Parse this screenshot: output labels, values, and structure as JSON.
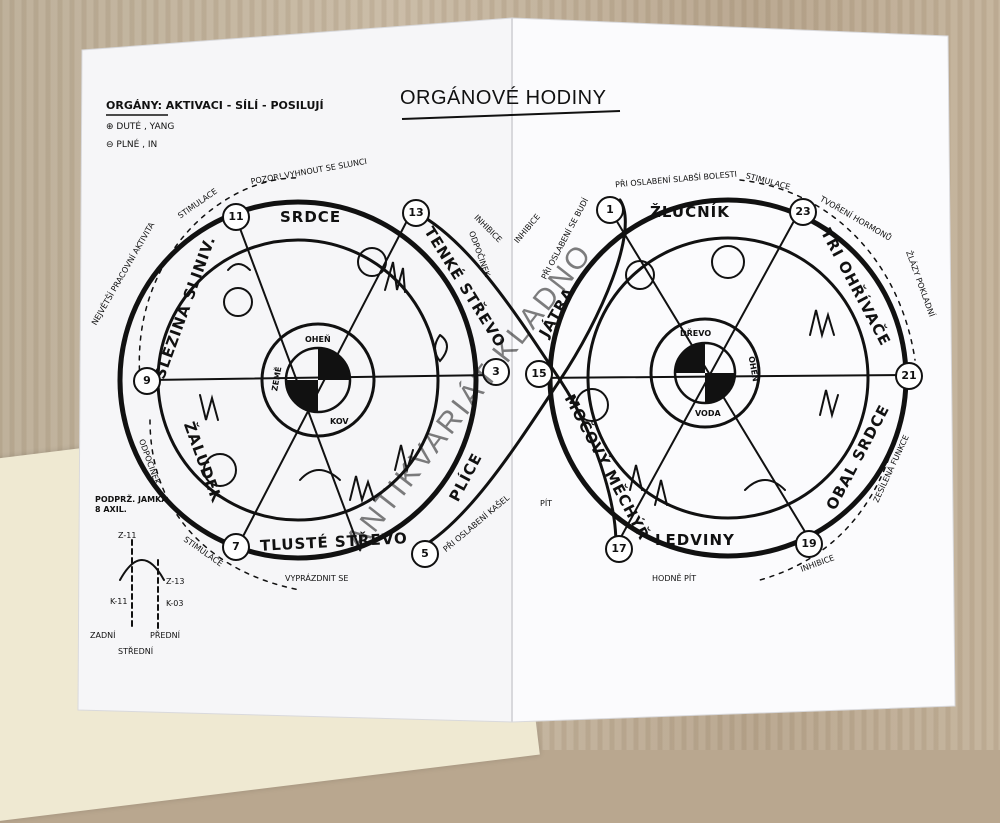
{
  "title": "ORGÁNOVÉ HODINY",
  "legend": {
    "heading": "ORGÁNY: AKTIVACI - SÍLÍ - POSILUJÍ",
    "line1": "⊕ DUTÉ , YANG",
    "line2": "⊖ PLNÉ , IN"
  },
  "left_clock": {
    "organs": {
      "top": "SRDCE",
      "upper_left": "SLEZINA SLINIV.",
      "lower_left": "ŽALUDEK",
      "bottom": "TLUSTÉ STŘEVO",
      "upper_right": "TENKÉ STŘEVO",
      "lower_right": "PLÍCE"
    },
    "hours": [
      "11",
      "13",
      "9",
      "7",
      "5",
      "3"
    ],
    "center_elements": [
      "OHEŇ",
      "KOV",
      "ZEMĚ"
    ],
    "notes": {
      "top": "POZOR! VYHNOUT SE SLUNCI",
      "left_arc": "NEJVĚTŠÍ PRACOVNÍ AKTIVITA",
      "lower_left_arc": "ODPOČINEK",
      "bottom": "VYPRÁZDNIT SE",
      "right_upper": "ODPOČINEK",
      "right_lower": "PŘI OSLABENÍ KAŠEL",
      "stimulace_top": "STIMULACE",
      "stimulace_bottom": "STIMULACE",
      "inhibice": "INHIBICE"
    }
  },
  "right_clock": {
    "organs": {
      "top": "ŽLUČNÍK",
      "upper_right": "TŘI OHŘÍVAČE",
      "lower_right": "OBAL SRDCE",
      "bottom": "LEDVINY",
      "lower_left": "MOČOVÝ MĚCHÝŘ",
      "upper_left": "JÁTRA"
    },
    "hours": [
      "1",
      "23",
      "21",
      "19",
      "17",
      "15"
    ],
    "center_elements": [
      "DŘEVO",
      "VODA",
      "OHEŇ"
    ],
    "notes": {
      "top": "PŘI OSLABENÍ SLABŠÍ BOLESTI",
      "upper_right": "TVOŘENÍ HORMONŮ",
      "right_arc": "ŽLÁZY POKLADNÍ",
      "right_lower": "ZESÍLENÁ FUNKCE",
      "bottom": "HODNĚ PÍT",
      "left_bottom": "PÍT",
      "left_upper": "PŘI OSLABENÍ SE BUDÍ",
      "stimulace": "STIMULACE",
      "inhibice_top": "INHIBICE",
      "inhibice_bottom": "INHIBICE"
    }
  },
  "axis_note": {
    "heading": "PODPRŽ. JAMKA 8 AXIL.",
    "labels": [
      "Z-11",
      "Z-13",
      "K-11",
      "K-03",
      "ZADNÍ",
      "PŘEDNÍ",
      "STŘEDNÍ"
    ]
  },
  "watermark": "ANTIKVARIÁT KLADNO",
  "colors": {
    "paper": "#fafafa",
    "ink": "#111111",
    "wood": "#c2b29b"
  }
}
